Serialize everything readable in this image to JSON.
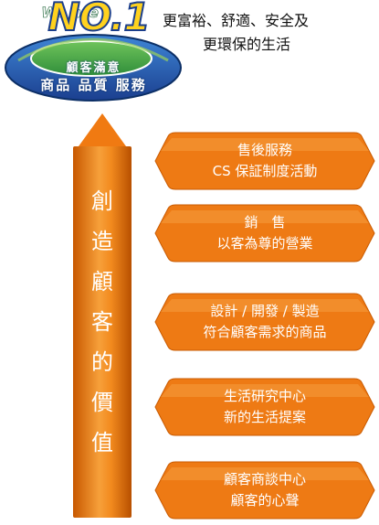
{
  "logo": {
    "we_are": "We are",
    "no1": "NO.1",
    "oval_label": "顧客滿意",
    "ring_text": "商品 品質 服務",
    "colors": {
      "green": "#3aa34a",
      "blue": "#1f4fa3",
      "yellow": "#ffd21e"
    }
  },
  "tagline": {
    "line1": "更富裕、舒適、安全及",
    "line2": "更環保的生活"
  },
  "arrow": {
    "chars": [
      "創",
      "造",
      "顧",
      "客",
      "的",
      "價",
      "值"
    ],
    "color": "#f07a12"
  },
  "tiles": [
    {
      "title": "售後服務",
      "subtitle": "CS 保証制度活動"
    },
    {
      "title": "銷　售",
      "subtitle": "以客為尊的營業"
    },
    {
      "title": "設計 / 開發 / 製造",
      "subtitle": "符合顧客需求的商品"
    },
    {
      "title": "生活研究中心",
      "subtitle": "新的生活提案"
    },
    {
      "title": "顧客商談中心",
      "subtitle": "顧客的心聲"
    }
  ],
  "tile_color": "#ee7a14"
}
